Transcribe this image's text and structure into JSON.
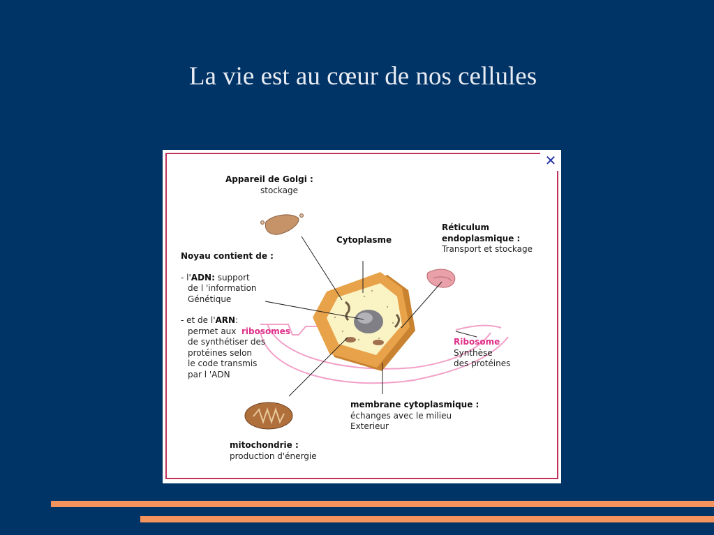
{
  "title": "La vie est au cœur de nos cellules",
  "close_symbol": "✕",
  "golgi": {
    "title": "Appareil de Golgi :",
    "desc": "stockage"
  },
  "cytoplasm": {
    "title": "Cytoplasme"
  },
  "reticulum": {
    "title_line1": "Réticulum",
    "title_line2": "endoplasmique :",
    "desc": "Transport et stockage"
  },
  "nucleus": {
    "title": "Noyau contient de :",
    "adn_prefix": "- l'",
    "adn_bold": "ADN:",
    "adn_rest": " support",
    "adn_line2": "de l 'information",
    "adn_line3": "Génétique",
    "arn_prefix": "- et de l'",
    "arn_bold": "ARN",
    "arn_rest": ":",
    "arn_line2": "permet aux",
    "ribosomes_word": "ribosomes",
    "arn_line3": "de synthétiser des",
    "arn_line4": "protéines selon",
    "arn_line5": "le code transmis",
    "arn_line6": "par l 'ADN"
  },
  "ribosome": {
    "title": "Ribosome",
    "desc_line1": "Synthèse",
    "desc_line2": "des protéines"
  },
  "membrane": {
    "title": "membrane cytoplasmique :",
    "desc_line1": "échanges avec le milieu",
    "desc_line2": "Exterieur"
  },
  "mitochondria": {
    "title": "mitochondrie :",
    "desc": "production d'énergie"
  },
  "colors": {
    "background": "#003366",
    "frame": "#c0325c",
    "highlight": "#e0308a",
    "accent_bar": "#f5935f",
    "cell_outer": "#e8a24a",
    "cytoplasm": "#faf3c4"
  }
}
